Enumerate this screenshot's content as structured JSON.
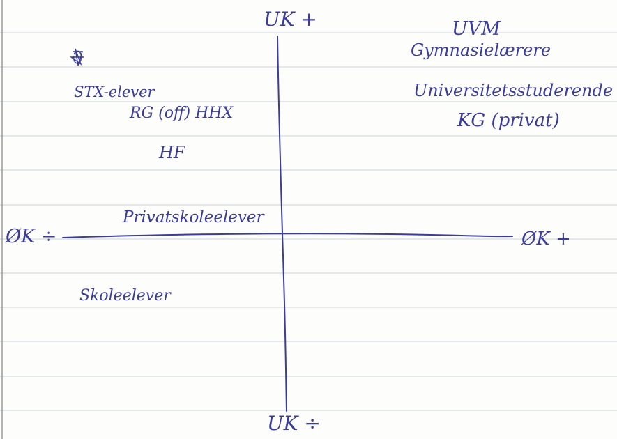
{
  "axes": {
    "top": "UK +",
    "bottom": "UK ÷",
    "left": "ØK ÷",
    "right": "ØK +"
  },
  "labels": {
    "uvm": "UVM",
    "gymnasielaerere": "Gymnasielærere",
    "universitetsstuderende": "Universitetsstuderende",
    "kg_privat": "KG (privat)",
    "stx_elever": "STX-elever",
    "rg_hhx": "RG (off) HHX",
    "hf": "HF",
    "privatskoleelever": "Privatskoleelever",
    "skoleelever": "Skoleelever"
  },
  "colors": {
    "ink": "#3b3d9a",
    "paper": "#fdfdfb",
    "rule": "#d7dbe0",
    "margin_line": "#9a9a9a"
  }
}
